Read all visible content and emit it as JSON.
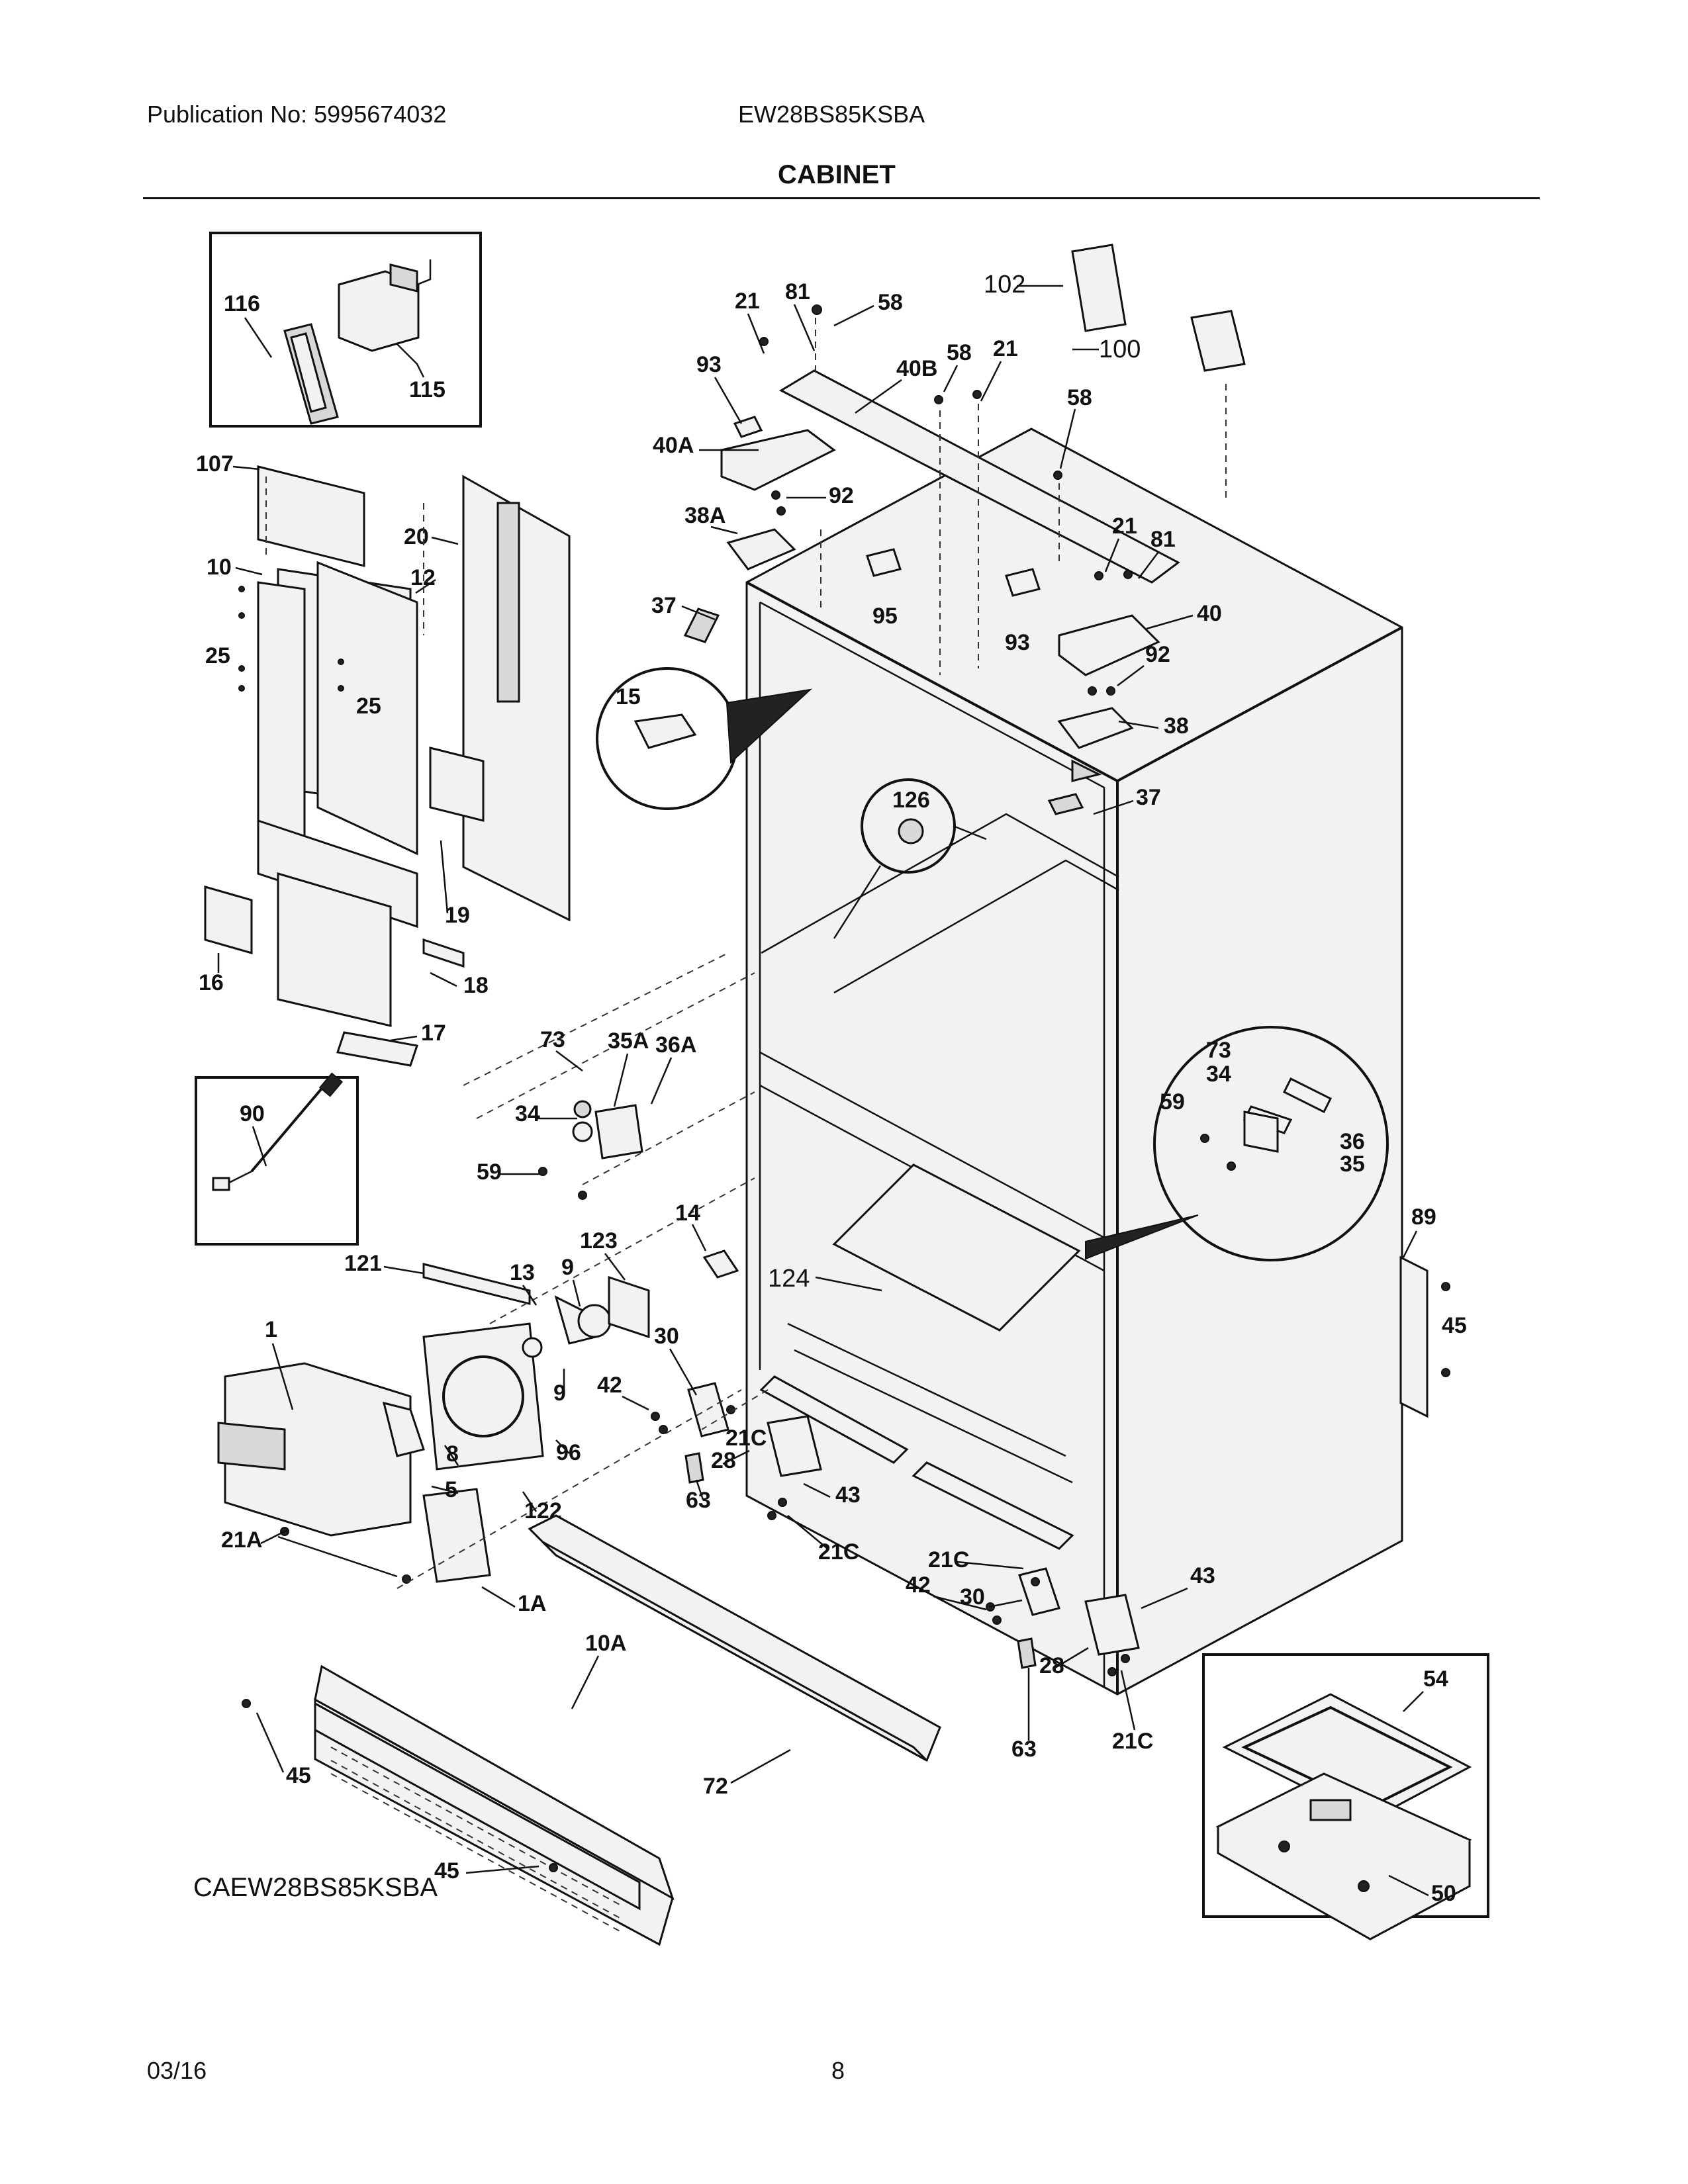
{
  "header": {
    "publication": "Publication No: 5995674032",
    "model": "EW28BS85KSBA",
    "title": "CABINET"
  },
  "footer": {
    "date": "03/16",
    "page": "8",
    "code": "CAEW28BS85KSBA"
  },
  "labels": {
    "l116": "116",
    "l115": "115",
    "l107": "107",
    "l20": "20",
    "l10": "10",
    "l12": "12",
    "l25a": "25",
    "l25b": "25",
    "l19": "19",
    "l16": "16",
    "l18": "18",
    "l17": "17",
    "l90": "90",
    "l21a": "21",
    "l81a": "81",
    "l58a": "58",
    "l102": "102",
    "l100": "100",
    "l93a": "93",
    "l40b": "40B",
    "l58b": "58",
    "l21b": "21",
    "l58c": "58",
    "l40a": "40A",
    "l92a": "92",
    "l38a": "38A",
    "l21c": "21",
    "l81b": "81",
    "l37a": "37",
    "l95": "95",
    "l93b": "93",
    "l40": "40",
    "l92b": "92",
    "l15": "15",
    "l38": "38",
    "l37b": "37",
    "l126": "126",
    "l73a": "73",
    "l35a": "35A",
    "l36a": "36A",
    "l34a": "34",
    "l59a": "59",
    "l73b": "73",
    "l34b": "34",
    "l59b": "59",
    "l36": "36",
    "l35": "35",
    "l14": "14",
    "l123": "123",
    "l121": "121",
    "l13": "13",
    "l9a": "9",
    "l124": "124",
    "l89": "89",
    "l45a": "45",
    "l1": "1",
    "l30a": "30",
    "l9b": "9",
    "l42a": "42",
    "l21cc": "21C",
    "l28a": "28",
    "l8": "8",
    "l96": "96",
    "l63a": "63",
    "l43a": "43",
    "l5": "5",
    "l122": "122",
    "l21A": "21A",
    "l21cd": "21C",
    "l21ce": "21C",
    "l43b": "43",
    "l42b": "42",
    "l30b": "30",
    "l1A": "1A",
    "l10A": "10A",
    "l28b": "28",
    "l54": "54",
    "l63b": "63",
    "l21cf": "21C",
    "l45b": "45",
    "l72": "72",
    "l45c": "45",
    "l50": "50"
  }
}
